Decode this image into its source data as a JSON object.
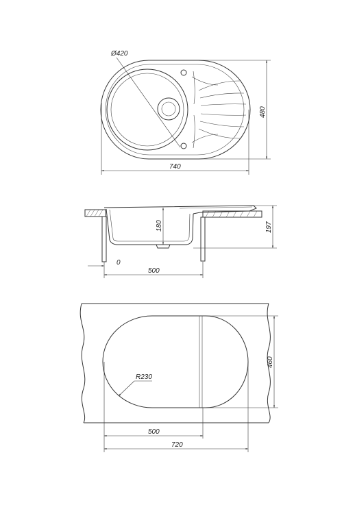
{
  "views": {
    "top": {
      "diameter_label": "Ø420",
      "width_label": "740",
      "height_label": "480"
    },
    "section": {
      "depth_label": "180",
      "height_label": "197",
      "offset_label": "0",
      "width_label": "500"
    },
    "cutout": {
      "radius_label": "R230",
      "height_label": "460",
      "inner_width_label": "500",
      "width_label": "720"
    }
  },
  "colors": {
    "line": "#333333",
    "background": "#ffffff"
  }
}
